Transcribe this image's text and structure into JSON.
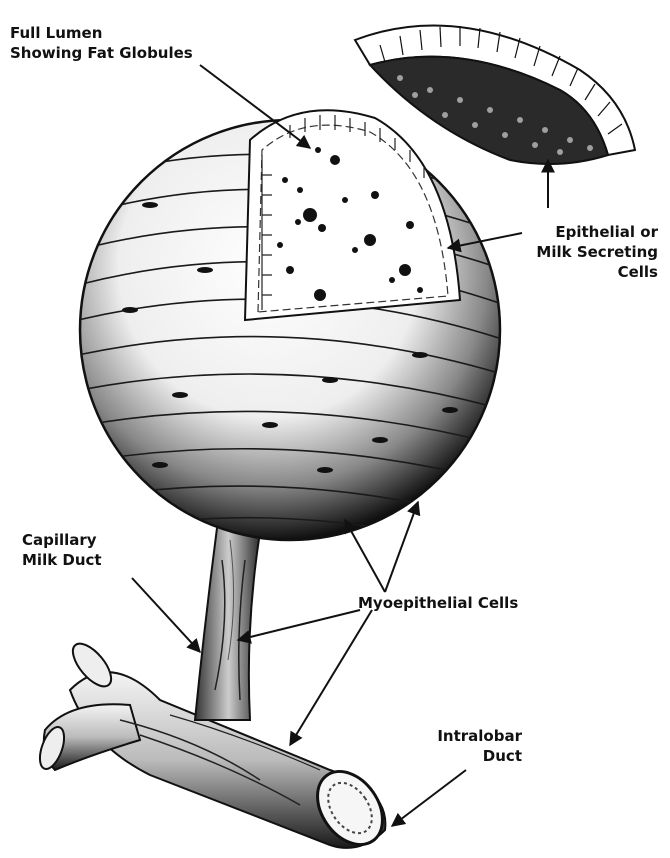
{
  "diagram": {
    "labels": {
      "full_lumen": [
        "Full Lumen",
        "Showing Fat Globules"
      ],
      "epithelial": [
        "Epithelial or",
        "Milk Secreting",
        "Cells"
      ],
      "capillary": [
        "Capillary",
        "Milk Duct"
      ],
      "myoepithelial": [
        "Myoepithelial Cells"
      ],
      "intralobar": [
        "Intralobar",
        "Duct"
      ]
    },
    "colors": {
      "ink": "#111111",
      "paper": "#ffffff"
    }
  }
}
